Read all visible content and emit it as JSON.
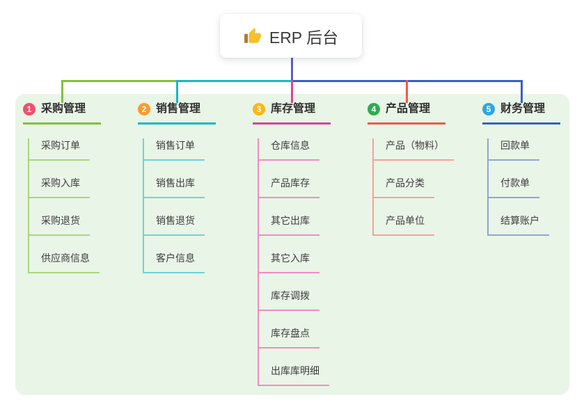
{
  "root": {
    "label": "ERP 后台",
    "icon": "thumbs-up-icon"
  },
  "panel_color": "#e9f5e7",
  "connectors": {
    "root_line": "#5b5fc7"
  },
  "branches": [
    {
      "number": "1",
      "label": "采购管理",
      "colors": {
        "badge": "#f0506c",
        "line": "#82bf3f",
        "child_line": "#a9d57f"
      },
      "children": [
        "采购订单",
        "采购入库",
        "采购退货",
        "供应商信息"
      ]
    },
    {
      "number": "2",
      "label": "销售管理",
      "colors": {
        "badge": "#fb9b2e",
        "line": "#17b8bf",
        "child_line": "#6ed3d6"
      },
      "children": [
        "销售订单",
        "销售出库",
        "销售退货",
        "客户信息"
      ]
    },
    {
      "number": "3",
      "label": "库存管理",
      "colors": {
        "badge": "#fcb714",
        "line": "#d84499",
        "child_line": "#f18cc0"
      },
      "children": [
        "仓库信息",
        "产品库存",
        "其它出库",
        "其它入库",
        "库存调拨",
        "库存盘点",
        "出库库明细"
      ]
    },
    {
      "number": "4",
      "label": "产品管理",
      "colors": {
        "badge": "#2fab50",
        "line": "#f2564c",
        "child_line": "#f8a09a"
      },
      "children": [
        "产品（物料）",
        "产品分类",
        "产品单位"
      ]
    },
    {
      "number": "5",
      "label": "财务管理",
      "colors": {
        "badge": "#2ea7e0",
        "line": "#3a5fc5",
        "child_line": "#8ea4d9"
      },
      "children": [
        "回款单",
        "付款单",
        "结算账户"
      ]
    }
  ]
}
